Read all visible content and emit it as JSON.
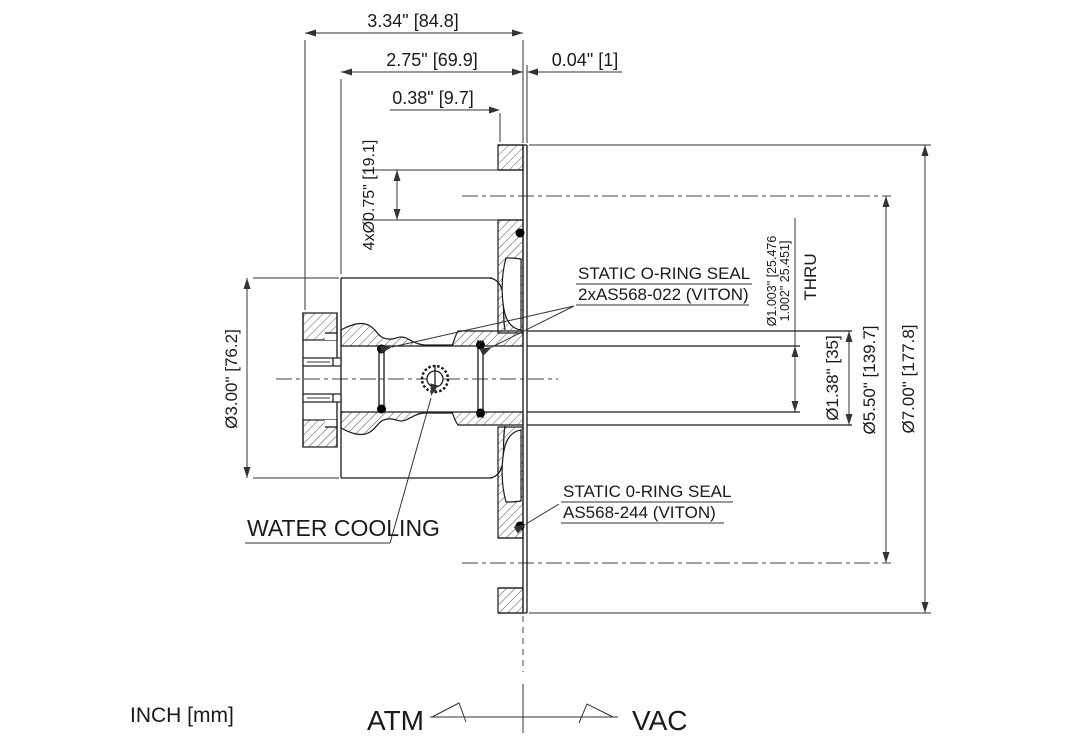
{
  "drawing": {
    "units_note": "INCH [mm]",
    "side_labels": {
      "atmosphere": "ATM",
      "vacuum": "VAC"
    },
    "dimensions": {
      "overall_length": "3.34\" [84.8]",
      "body_length": "2.75\" [69.9]",
      "face_lip_thickness": "0.04\" [1]",
      "flange_thickness": "0.38\" [9.7]",
      "bolt_holes": "4xØ0.75\" [19.1]",
      "body_diameter": "Ø3.00\" [76.2]",
      "bore_diameter_line1": "Ø1.003\" [25.476",
      "bore_diameter_line2": "1.002\"  25.451]",
      "bore_thru": "THRU",
      "tube_diameter": "Ø1.38\" [35]",
      "bolt_circle_diameter": "Ø5.50\" [139.7]",
      "flange_diameter": "Ø7.00\" [177.8]"
    },
    "callouts": {
      "oring_tube_line1": "STATIC O-RING SEAL",
      "oring_tube_line2": "2xAS568-022 (VITON)",
      "oring_flange_line1": "STATIC 0-RING SEAL",
      "oring_flange_line2": "AS568-244 (VITON)",
      "water_cooling": "WATER COOLING"
    },
    "colors": {
      "line": "#1a1a1a",
      "dimension": "#333333",
      "background": "#ffffff"
    }
  }
}
